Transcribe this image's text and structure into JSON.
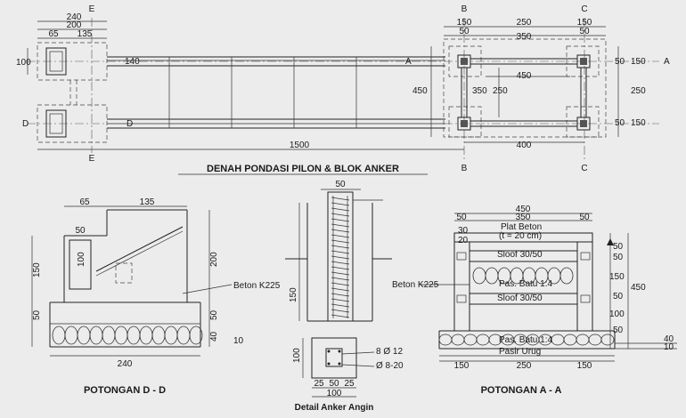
{
  "plan": {
    "title": "DENAH PONDASI PILON & BLOK ANKER",
    "axes": {
      "A_left": "A",
      "A_right": "A",
      "B_top": "B",
      "B_bottom": "B",
      "C_top": "C",
      "C_bottom": "C",
      "D_left": "D",
      "D_right": "D",
      "E_top": "E",
      "E_bottom": "E"
    },
    "dims": {
      "d240": "240",
      "d200": "200",
      "d65": "65",
      "d135": "135",
      "d100": "100",
      "d140": "140",
      "d150a": "150",
      "d50a": "50",
      "d250a": "250",
      "d350a": "350",
      "d50b": "50",
      "d150b": "150",
      "d450a": "450",
      "d450b": "450",
      "d350b": "350",
      "d250b": "250",
      "d50r1": "50",
      "d150r1": "150",
      "d250r": "250",
      "d50r2": "50",
      "d150r2": "150",
      "d1500": "1500",
      "d400": "400"
    }
  },
  "section_dd": {
    "title": "POTONGAN D - D",
    "beton": "Beton K225",
    "dims": {
      "d65": "65",
      "d135": "135",
      "d50": "50",
      "d100": "100",
      "d150": "150",
      "d50l": "50",
      "d200": "200",
      "d50r": "50",
      "d40": "40",
      "d10": "10",
      "d240": "240"
    }
  },
  "anchor": {
    "title": "Detail Anker Angin",
    "rebar_main": "8 Ø 12",
    "rebar_stirrup": "Ø 8-20",
    "dims": {
      "d50": "50",
      "d150": "150",
      "d100": "100",
      "d25a": "25",
      "d50b": "50",
      "d25b": "25",
      "d100b": "100"
    }
  },
  "section_aa": {
    "title": "POTONGAN A - A",
    "beton": "Beton K225",
    "plat": "Plat Beton",
    "plat_t": "(t = 20 cm)",
    "sloof_top": "Sloof 30/50",
    "batu": "Pas. Batu 1:4",
    "sloof_bot": "Sloof 30/50",
    "batu2": "Pas. Batu 1:4",
    "pasir": "Pasir Urug",
    "dims": {
      "d450": "450",
      "d50l": "50",
      "d350": "350",
      "d50r": "50",
      "d30": "30",
      "d20": "20",
      "r50a": "50",
      "r50b": "50",
      "r150": "150",
      "r50c": "50",
      "r100": "100",
      "r50d": "50",
      "r450": "450",
      "r40": "40",
      "r10": "10",
      "b150a": "150",
      "b250": "250",
      "b150b": "150"
    }
  }
}
